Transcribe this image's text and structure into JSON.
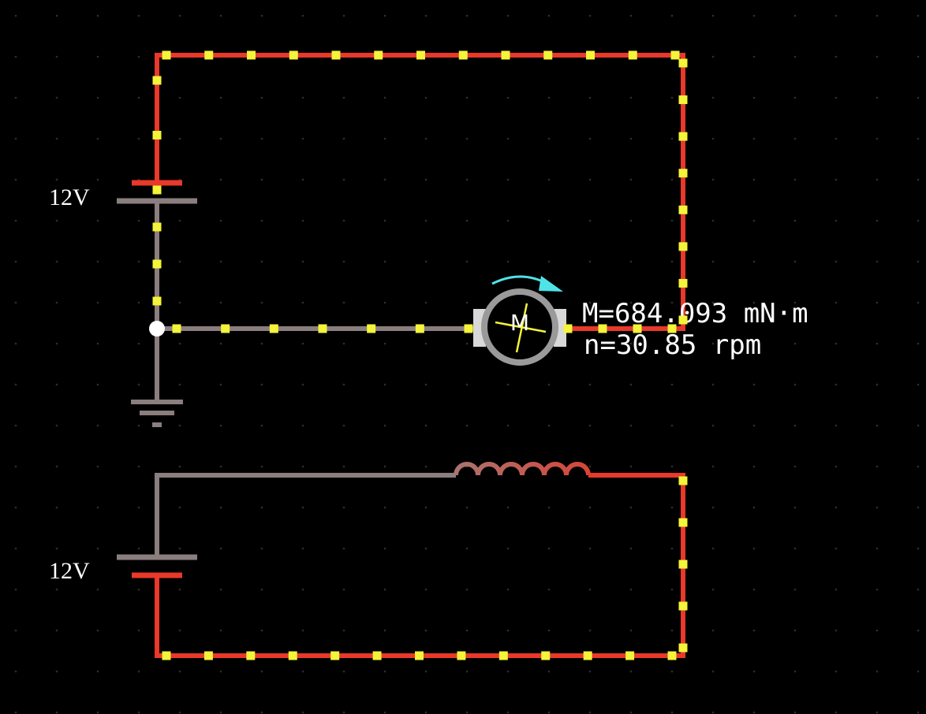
{
  "colors": {
    "background": "#000000",
    "grid_dot": "#2e2e2e",
    "wire_live": "#e8392a",
    "wire_ground": "#8a7e7e",
    "current_dot": "#f4f43a",
    "motor_ring": "#9a9a9a",
    "motor_pad": "#d8d8d8",
    "rotation_arrow": "#4fe3e8",
    "node": "#ffffff",
    "inductor_start": "#a9746e",
    "inductor_end": "#d8453a"
  },
  "icons": {
    "battery_top": "battery-icon",
    "battery_bottom": "battery-icon",
    "ground": "ground-icon",
    "motor": "motor-icon",
    "inductor": "inductor-icon",
    "rotation": "rotation-arrow-icon"
  },
  "battery_top": {
    "label": "12V"
  },
  "battery_bottom": {
    "label": "12V"
  },
  "motor": {
    "symbol": "M",
    "torque_readout": "M=684.093 mN·m",
    "speed_readout": "n=30.85 rpm"
  }
}
